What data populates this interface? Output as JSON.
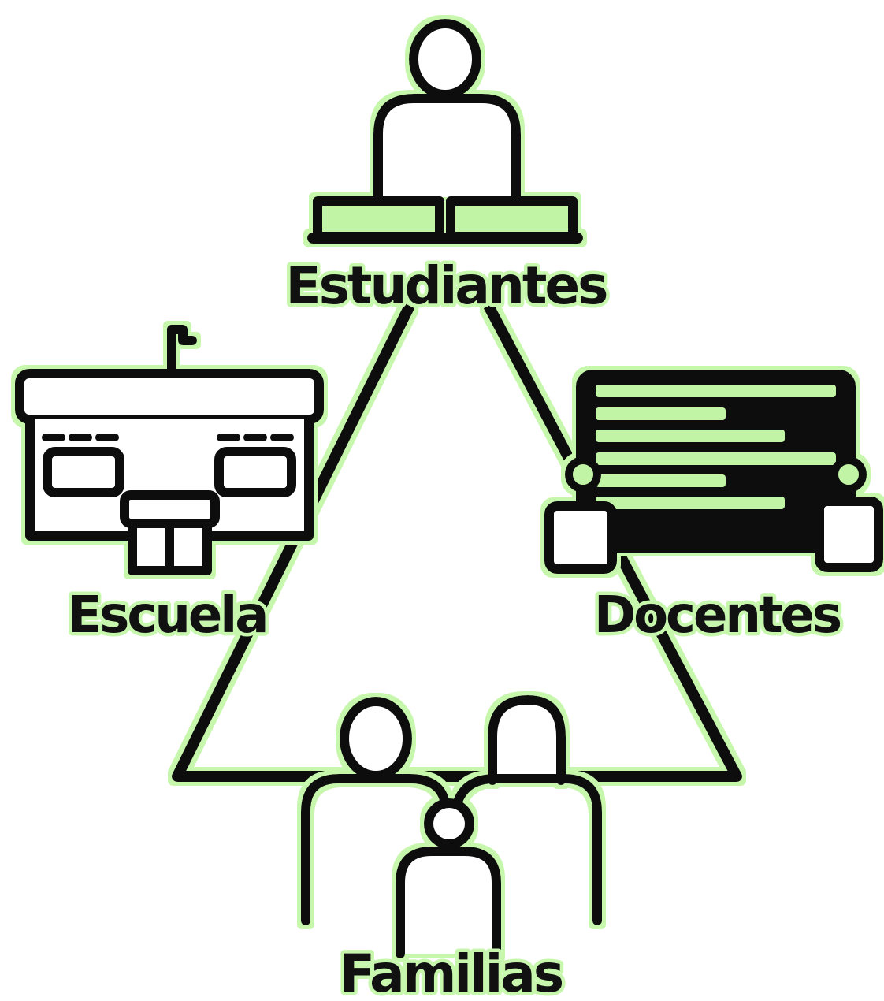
{
  "diagram": {
    "nodes": {
      "students": {
        "label": "Estudiantes",
        "icon": "student-reading-icon"
      },
      "school": {
        "label": "Escuela",
        "icon": "school-building-icon"
      },
      "teachers": {
        "label": "Docentes",
        "icon": "teacher-blackboard-icon"
      },
      "families": {
        "label": "Familias",
        "icon": "family-icon"
      }
    },
    "connector": "triangle",
    "colors": {
      "outline": "#111111",
      "accent": "#c1f5a5",
      "glow": "#c7f7ad",
      "background": "#ffffff"
    }
  }
}
